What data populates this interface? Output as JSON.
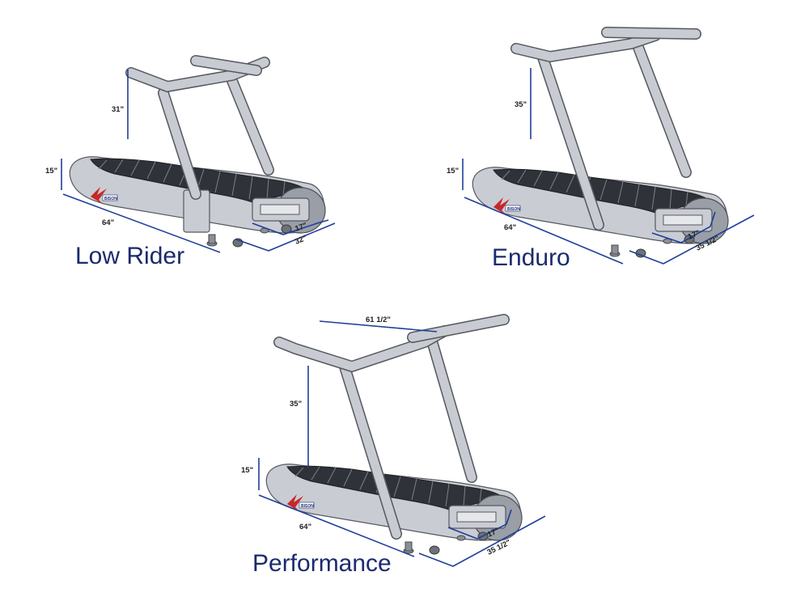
{
  "models": [
    {
      "name": "Low Rider",
      "dims": {
        "handle_height": "31\"",
        "deck_height": "15\"",
        "length": "64\"",
        "belt_width": "17\"",
        "overall_width": "32\""
      }
    },
    {
      "name": "Enduro",
      "dims": {
        "handle_height": "35\"",
        "deck_height": "15\"",
        "length": "64\"",
        "belt_width": "17\"",
        "overall_width": "35 1/2\""
      }
    },
    {
      "name": "Performance",
      "dims": {
        "handlebar_span": "61 1/2\"",
        "handle_height": "35\"",
        "deck_height": "15\"",
        "length": "64\"",
        "belt_width": "17\"",
        "overall_width": "35 1/2\""
      }
    }
  ],
  "colors": {
    "title": "#1b2a6e",
    "dimension_line": "#1f3f9a",
    "frame": "#c9ccd2",
    "belt": "#2f3238",
    "logo": "#c62828"
  }
}
